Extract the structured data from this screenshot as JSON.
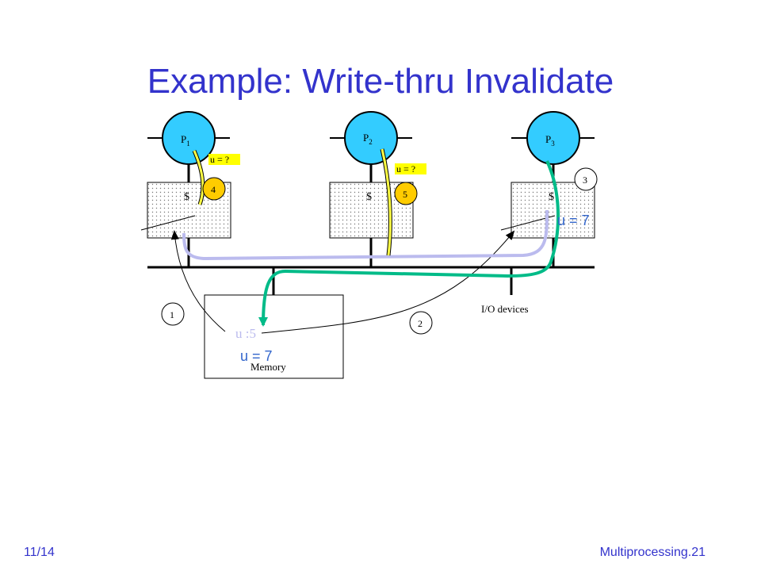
{
  "slide": {
    "title": "Example: Write-thru Invalidate",
    "footer_left": "11/14",
    "footer_right": "Multiprocessing.21"
  },
  "processors": [
    {
      "label": "P",
      "sub": "1"
    },
    {
      "label": "P",
      "sub": "2"
    },
    {
      "label": "P",
      "sub": "3"
    }
  ],
  "caches": [
    {
      "label": "$"
    },
    {
      "label": "$"
    },
    {
      "label": "$"
    }
  ],
  "reads": [
    {
      "text": "u = ?"
    },
    {
      "text": "u = ?"
    }
  ],
  "steps": [
    "1",
    "2",
    "3",
    "4",
    "5"
  ],
  "memory": {
    "label": "Memory",
    "old_value": "u :5",
    "new_value": "u = 7"
  },
  "cache_value": "u = 7",
  "io_label": "I/O devices",
  "colors": {
    "title": "#3333cc",
    "processor": "#33ccff",
    "step_highlight": "#ffcc00",
    "read_label_bg": "#ffff00",
    "write_path": "#00bb88",
    "invalidate_path": "#bbbbee",
    "value_blue": "#3366cc"
  }
}
